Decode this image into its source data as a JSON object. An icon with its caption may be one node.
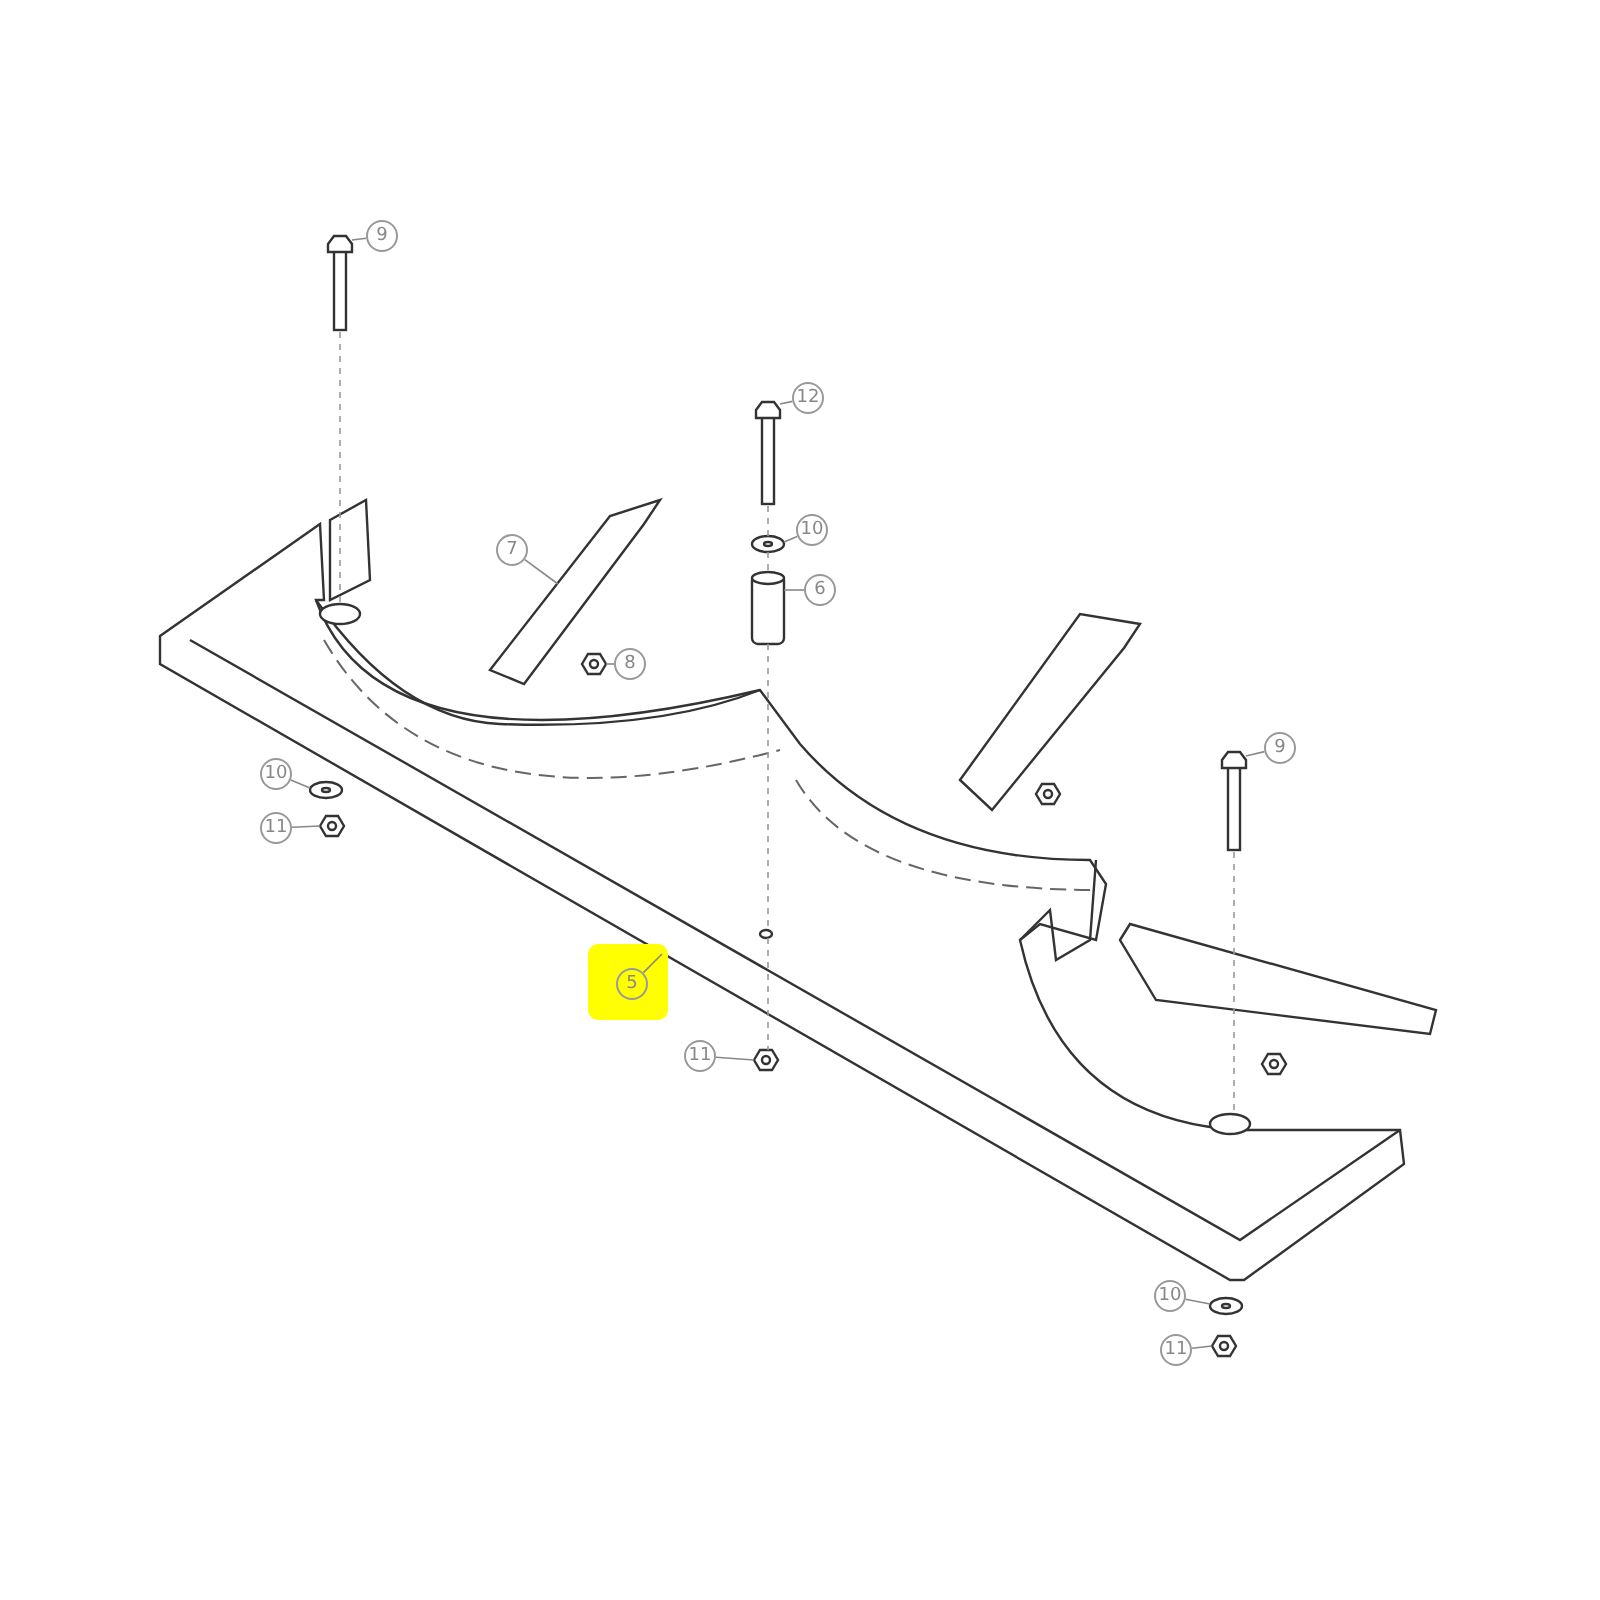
{
  "diagram": {
    "nodes": [
      {
        "text": [
          "9"
        ]
      },
      {
        "text": [
          "12"
        ]
      },
      {
        "text": [
          "10"
        ]
      },
      {
        "text": [
          "7"
        ]
      },
      {
        "text": [
          "6"
        ]
      },
      {
        "text": [
          "8"
        ]
      },
      {
        "text": [
          "9"
        ]
      },
      {
        "text": [
          "10"
        ]
      },
      {
        "text": [
          "11"
        ]
      },
      {
        "text": [
          "5"
        ]
      },
      {
        "text": [
          "11"
        ]
      },
      {
        "text": [
          "10"
        ]
      },
      {
        "text": [
          "11"
        ]
      },
      {
        "text": [],
        "shape": "picture"
      },
      {
        "text": [],
        "shape": "picture"
      },
      {
        "text": [],
        "shape": "picture"
      },
      {
        "text": [],
        "shape": "picture"
      },
      {
        "text": [],
        "shape": "picture"
      },
      {
        "text": [],
        "shape": "picture"
      },
      {
        "text": [],
        "shape": "picture"
      },
      {
        "text": [],
        "shape": "picture"
      },
      {
        "text": [],
        "shape": "picture"
      },
      {
        "text": [],
        "shape": "picture"
      },
      {
        "text": [],
        "shape": "picture"
      },
      {
        "text": [],
        "shape": "picture"
      },
      {
        "text": [],
        "shape": "picture"
      }
    ],
    "edges": [
      {
        "from": 0,
        "to": 13,
        "arrow": "none"
      },
      {
        "from": 1,
        "to": 14,
        "arrow": "none"
      },
      {
        "from": 2,
        "to": 17,
        "arrow": "none"
      },
      {
        "from": 3,
        "to": 15,
        "arrow": "none"
      },
      {
        "from": 4,
        "to": 18,
        "arrow": "none"
      },
      {
        "from": 5,
        "to": 19,
        "arrow": "none"
      },
      {
        "from": 6,
        "to": 20,
        "arrow": "none"
      },
      {
        "from": 7,
        "to": 21,
        "arrow": "none"
      },
      {
        "from": 8,
        "to": 22,
        "arrow": "none"
      },
      {
        "from": 9,
        "to": 16,
        "arrow": "none"
      },
      {
        "from": 10,
        "to": 23,
        "arrow": "none"
      },
      {
        "from": 11,
        "to": 24,
        "arrow": "none"
      },
      {
        "from": 12,
        "to": 25,
        "arrow": "none"
      },
      {
        "from": 13,
        "to": 16,
        "arrow": "none",
        "style": "dashed"
      },
      {
        "from": 14,
        "to": 17,
        "arrow": "none",
        "style": "dashed"
      },
      {
        "from": 17,
        "to": 18,
        "arrow": "none",
        "style": "dashed"
      },
      {
        "from": 18,
        "to": 16,
        "arrow": "none",
        "style": "dashed"
      },
      {
        "from": 16,
        "to": 23,
        "arrow": "none",
        "style": "dashed"
      },
      {
        "from": 20,
        "to": 16,
        "arrow": "none",
        "style": "dashed"
      }
    ]
  }
}
